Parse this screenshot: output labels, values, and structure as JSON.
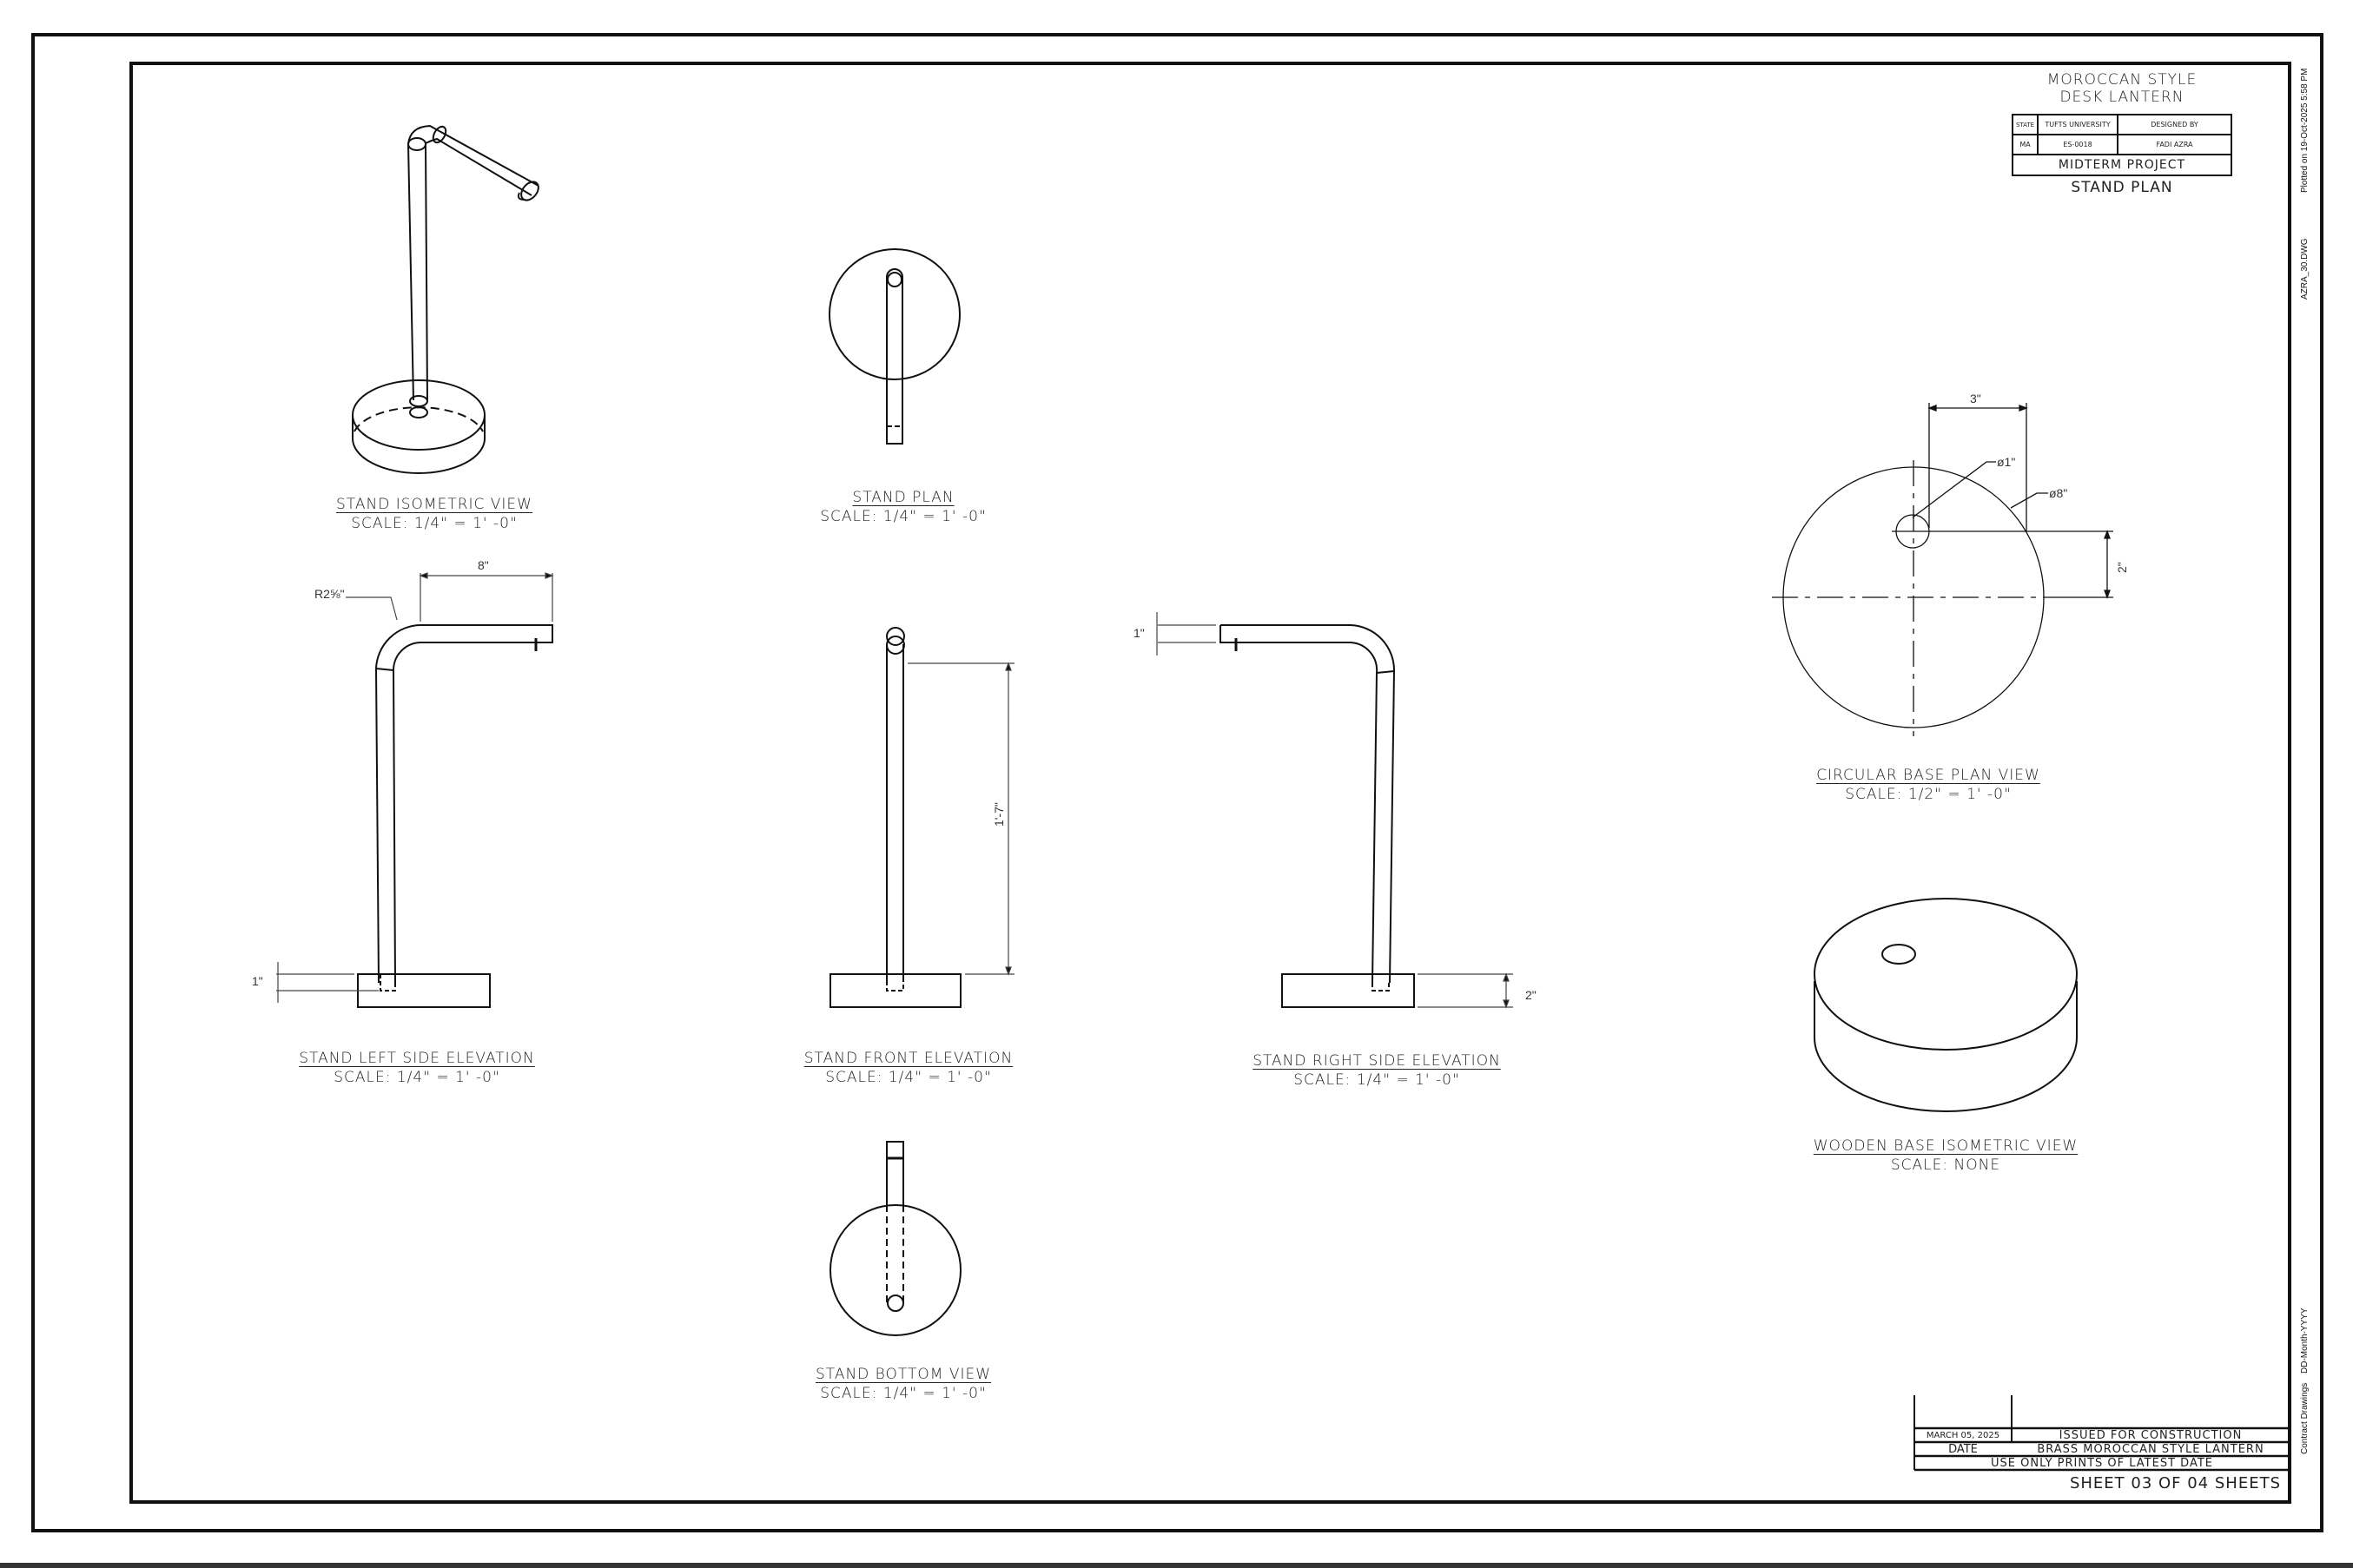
{
  "title_block": {
    "project_title_line1": "MOROCCAN STYLE",
    "project_title_line2": "DESK LANTERN",
    "state_label": "STATE",
    "state_value": "MA",
    "organization": "TUFTS UNIVERSITY",
    "course_code": "ES-0018",
    "designed_by_label": "DESIGNED BY",
    "designer": "FADI AZRA",
    "project_type": "MIDTERM PROJECT",
    "sheet_title": "STAND PLAN"
  },
  "plot_info": {
    "plotted": "Plotted on 19-Oct-2025 5:58 PM",
    "filename": "AZRA_30.DWG",
    "contract": "Contract Drawings",
    "date_format": "DD-Month-YYYY"
  },
  "revision_block": {
    "date_value": "MARCH 05, 2025",
    "status": "ISSUED FOR CONSTRUCTION",
    "date_label": "DATE",
    "product": "BRASS MOROCCAN STYLE LANTERN",
    "notice": "USE ONLY PRINTS OF LATEST DATE",
    "sheet_number": "SHEET 03 OF 04 SHEETS"
  },
  "views": [
    {
      "title": "STAND ISOMETRIC VIEW",
      "scale": "SCALE: 1/4\" = 1' -0\""
    },
    {
      "title": "STAND PLAN",
      "scale": "SCALE: 1/4\" = 1' -0\""
    },
    {
      "title": "STAND LEFT SIDE ELEVATION",
      "scale": "SCALE: 1/4\" = 1' -0\""
    },
    {
      "title": "STAND FRONT ELEVATION",
      "scale": "SCALE: 1/4\" = 1' -0\""
    },
    {
      "title": "STAND RIGHT SIDE ELEVATION",
      "scale": "SCALE: 1/4\" = 1' -0\""
    },
    {
      "title": "STAND BOTTOM VIEW",
      "scale": "SCALE: 1/4\" = 1' -0\""
    },
    {
      "title": "CIRCULAR BASE PLAN VIEW",
      "scale": "SCALE: 1/2\" = 1' -0\""
    },
    {
      "title": "WOODEN BASE ISOMETRIC VIEW",
      "scale": "SCALE: NONE"
    }
  ],
  "dimensions": {
    "left_arm_length": "8\"",
    "left_bend_radius": "R2⅝\"",
    "left_base_insert": "1\"",
    "front_height": "1'-7\"",
    "right_arm_thickness": "1\"",
    "right_base_height": "2\"",
    "base_offset_x": "3\"",
    "base_hole_dia": "ø1\"",
    "base_dia": "ø8\"",
    "base_offset_y": "2\""
  }
}
